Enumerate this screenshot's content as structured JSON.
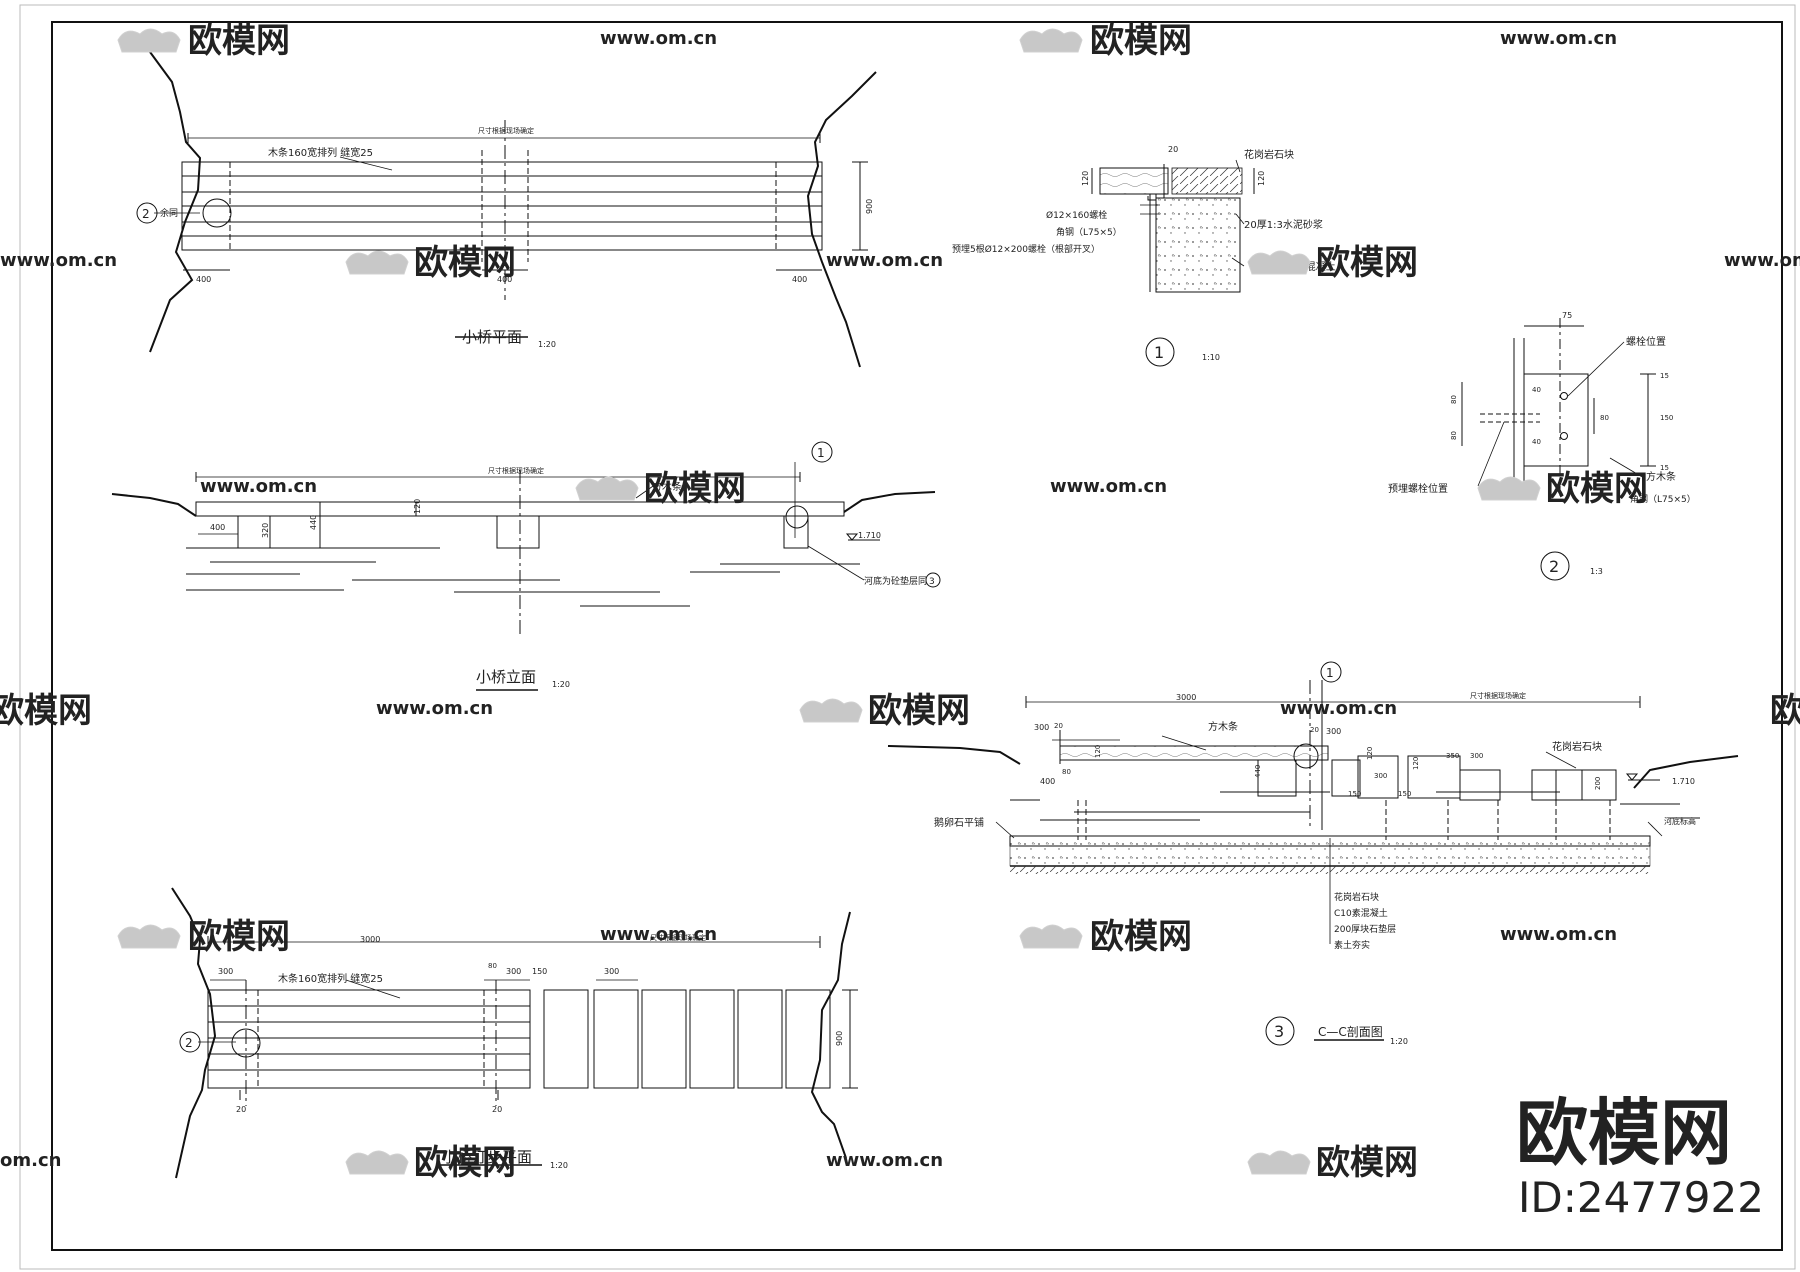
{
  "watermark": {
    "logo_text": "欧模网",
    "site_text": "www.om.cn",
    "site_text_partial": "om.cn",
    "brand_big": "欧模网",
    "id_text": "ID:2477922"
  },
  "view1": {
    "title": "小桥平面",
    "scale": "1:20",
    "note_top": "尺寸根据现场确定",
    "board_note": "木条160宽排列 缝宽25",
    "callout_num": "2",
    "callout_text": "余同",
    "dim_400_left": "400",
    "dim_400_mid": "400",
    "dim_400_right": "400",
    "dim_900": "900"
  },
  "view2": {
    "title": "小桥立面",
    "scale": "1:20",
    "note_top": "尺寸根据现场确定",
    "label_beam": "方木条",
    "dim_400": "400",
    "dim_320": "320",
    "dim_440": "440",
    "dim_120": "120",
    "level": "1.710",
    "callout_num": "1",
    "note_bottom": "河底为砼垫层同",
    "ref_num": "3"
  },
  "view3": {
    "title": "小桥汀步平面",
    "scale": "1:20",
    "dim_3000": "3000",
    "note_top": "尺寸根据现场确定",
    "dim_300_a": "300",
    "dim_80": "80",
    "dim_300_b": "300",
    "dim_150": "150",
    "dim_300_c": "300",
    "board_note": "木条160宽排列 缝宽25",
    "dim_900": "900",
    "dim_20_a": "20",
    "dim_20_b": "20",
    "callout_num": "2"
  },
  "detail1": {
    "num": "1",
    "scale": "1:10",
    "dim_20": "20",
    "dim_120_l": "120",
    "dim_120_r": "120",
    "label_stone": "花岗岩石块",
    "label_mortar": "20厚1:3水泥砂浆",
    "label_bolt": "Ø12×160螺栓",
    "label_angle": "角钢（L75×5）",
    "label_embed": "预埋5根Ø12×200螺栓（根部开叉）",
    "label_concrete": "C10素混凝土"
  },
  "detail2": {
    "num": "2",
    "scale": "1:3",
    "dim_75": "75",
    "dim_15_a": "15",
    "dim_40_a": "40",
    "dim_80_a": "80",
    "dim_80_b": "80",
    "dim_80_c": "80",
    "dim_150": "150",
    "dim_40_b": "40",
    "dim_15_b": "15",
    "label_bolt_pos": "螺栓位置",
    "label_embed_pos": "预埋螺栓位置",
    "label_beam": "方木条",
    "label_angle": "角钢（L75×5）"
  },
  "detail3": {
    "num": "3",
    "title": "C—C剖面图",
    "scale": "1:20",
    "callout_num": "1",
    "dim_3000": "3000",
    "note_top": "尺寸根据现场确定",
    "dim_300_a": "300",
    "dim_20_a": "20",
    "dim_20_b": "20",
    "dim_300_b": "300",
    "label_beam": "方木条",
    "label_stone": "花岗岩石块",
    "dim_120_a": "120",
    "dim_80": "80",
    "dim_400": "400",
    "dim_440": "440",
    "dim_120_b": "120",
    "dim_300_c": "300",
    "dim_150_a": "150",
    "dim_150_b": "150",
    "dim_120_c": "120",
    "dim_350": "350",
    "dim_300_d": "300",
    "dim_200": "200",
    "level": "1.710",
    "label_river": "河底标高",
    "label_pebble": "鹅卵石平铺",
    "legend": [
      "花岗岩石块",
      "C10素混凝土",
      "200厚块石垫层",
      "素土夯实"
    ]
  }
}
